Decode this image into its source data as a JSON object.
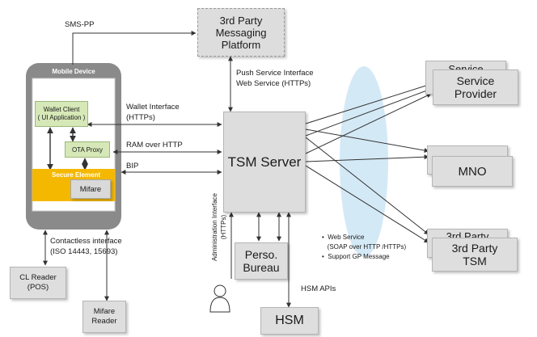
{
  "nodes": {
    "messaging_platform": "3rd Party\nMessaging\nPlatform",
    "mobile_device": "Mobile Device",
    "wallet_client": "Wallet Client\n( UI Application )",
    "ota_proxy": "OTA Proxy",
    "secure_element": "Secure Element",
    "mifare": "Mifare",
    "tsm_server": "TSM Server",
    "perso_bureau": "Perso.\nBureau",
    "hsm": "HSM",
    "service_provider_back": "Service",
    "service_provider": "Service\nProvider",
    "mno": "MNO",
    "third_party_tsm_back": "3rd Party",
    "third_party_tsm": "3rd Party\nTSM",
    "cl_reader": "CL Reader\n(POS)",
    "mifare_reader": "Mifare\nReader"
  },
  "labels": {
    "sms_pp": "SMS-PP",
    "push_service": "Push Service Interface\nWeb Service (HTTPs)",
    "wallet_interface": "Wallet Interface\n(HTTPs)",
    "ram_over_http": "RAM over HTTP",
    "bip": "BIP",
    "admin_interface": "Administration Interface\n(HTTPs)",
    "contactless": "Contactless interface\n(ISO 14443, 15693)",
    "hsm_apis": "HSM APIs",
    "web_service_bullet": "•  Web Service\n   (SOAP over HTTP /HTTPs)\n•  Support GP Message"
  },
  "colors": {
    "box_fill": "#dedede",
    "wallet_fill": "#d6e8b7",
    "secure_element_fill": "#f5b800",
    "phone_body": "#8a8a8a",
    "ellipse": "#c9e3f4"
  }
}
